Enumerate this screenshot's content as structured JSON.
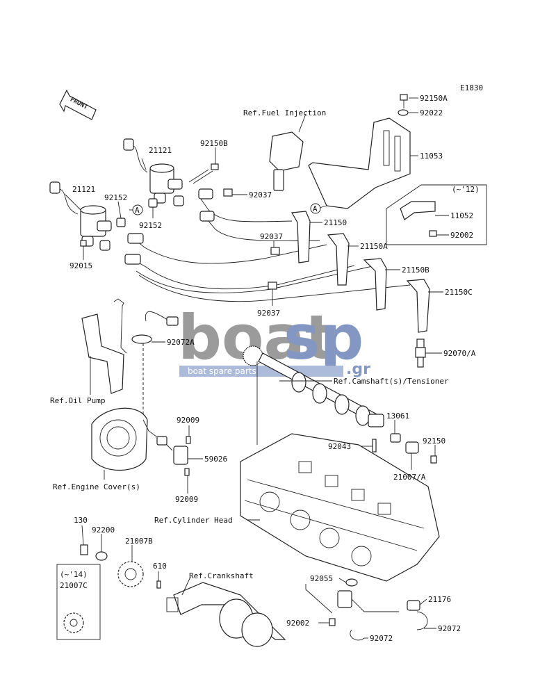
{
  "diagram_code": "E1830",
  "front_label": "FRONT",
  "labels": {
    "p92150A": "92150A",
    "p92022": "92022",
    "ref_fuel_injection": "Ref.Fuel Injection",
    "p11053": "11053",
    "year_range_12": "(~'12)",
    "p11052": "11052",
    "p92002_top": "92002",
    "p21121_a": "21121",
    "p92150B": "92150B",
    "p21121_b": "21121",
    "p92152_a": "92152",
    "p92037_a": "92037",
    "p92152_b": "92152",
    "p21150": "21150",
    "p92037_b": "92037",
    "p21150A": "21150A",
    "p92015": "92015",
    "p21150B": "21150B",
    "p21150C": "21150C",
    "p92037_c": "92037",
    "p92072A": "92072A",
    "p92070A": "92070/A",
    "ref_camshaft": "Ref.Camshaft(s)/Tensioner",
    "ref_oil_pump": "Ref.Oil Pump",
    "p13061": "13061",
    "p92009_a": "92009",
    "p92043": "92043",
    "p92150": "92150",
    "p59026": "59026",
    "p21007A": "21007/A",
    "ref_engine_cover": "Ref.Engine Cover(s)",
    "p92009_b": "92009",
    "p130": "130",
    "ref_cylinder_head": "Ref.Cylinder Head",
    "p92200": "92200",
    "p21007B": "21007B",
    "p610": "610",
    "ref_crankshaft": "Ref.Crankshaft",
    "year_range_14": "(~'14)",
    "p21007C": "21007C",
    "p92055": "92055",
    "p21176": "21176",
    "p92002_bottom": "92002",
    "p92072_right": "92072",
    "p92072_bottom": "92072",
    "marker_a": "A"
  },
  "watermark": {
    "text_1": "boat",
    "text_2": "sp",
    "suffix": ".gr",
    "tagline": "boat spare parts",
    "color_1": "#8a8a8a",
    "color_2": "#6f86b8"
  }
}
